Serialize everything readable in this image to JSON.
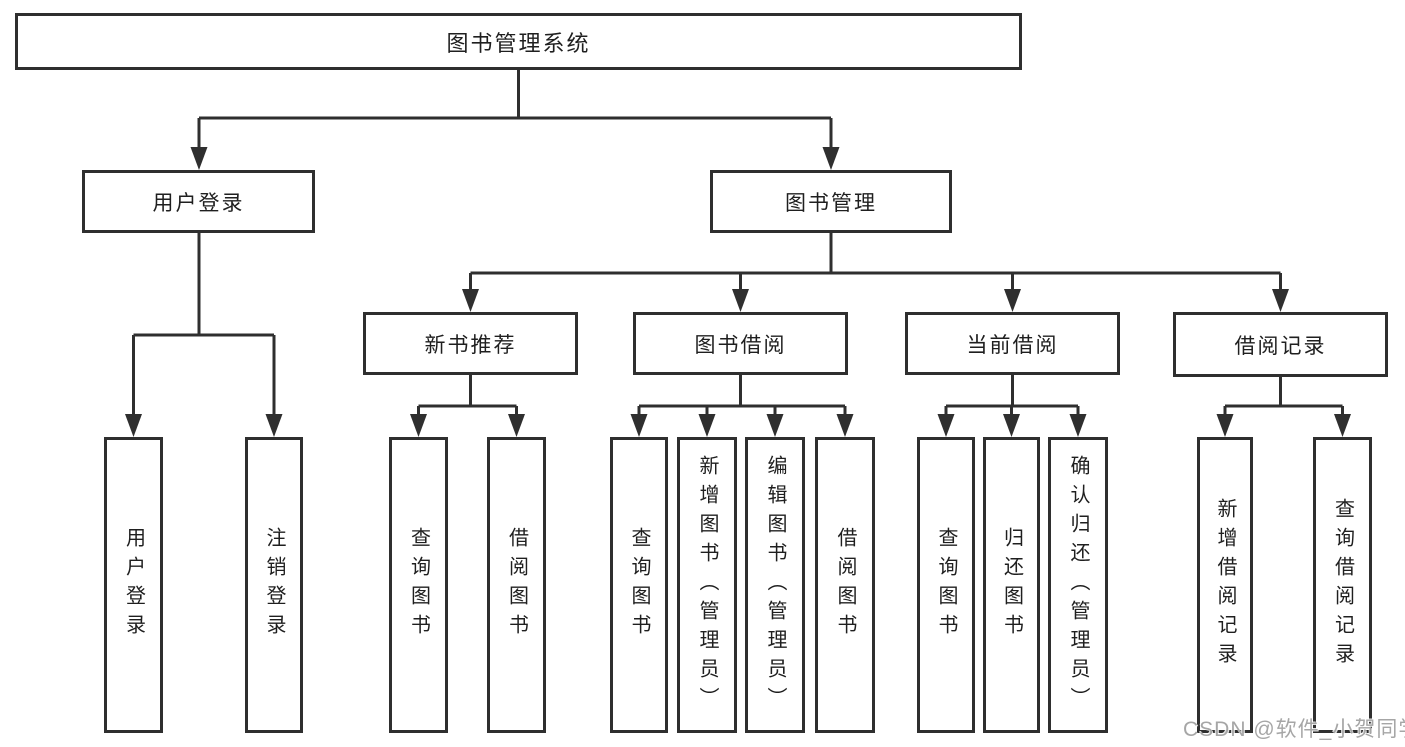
{
  "diagram": {
    "root": "图书管理系统",
    "level2": {
      "user_login": "用户登录",
      "book_mgmt": "图书管理"
    },
    "level3": {
      "new_book": "新书推荐",
      "borrow": "图书借阅",
      "current": "当前借阅",
      "records": "借阅记录"
    },
    "leaves": {
      "login": "用户登录",
      "logout": "注销登录",
      "nb_query": "查询图书",
      "nb_borrow": "借阅图书",
      "b_query": "查询图书",
      "b_add": "新增图书（管理员）",
      "b_edit": "编辑图书（管理员）",
      "b_borrow": "借阅图书",
      "c_query": "查询图书",
      "c_return": "归还图书",
      "c_confirm": "确认归还（管理员）",
      "r_add": "新增借阅记录",
      "r_query": "查询借阅记录"
    }
  },
  "watermark": "CSDN @软件_小贺同学",
  "colors": {
    "line": "#2f2f2f",
    "text": "#1f1f1f",
    "watermark": "#a6a6a6",
    "background": "#ffffff"
  }
}
